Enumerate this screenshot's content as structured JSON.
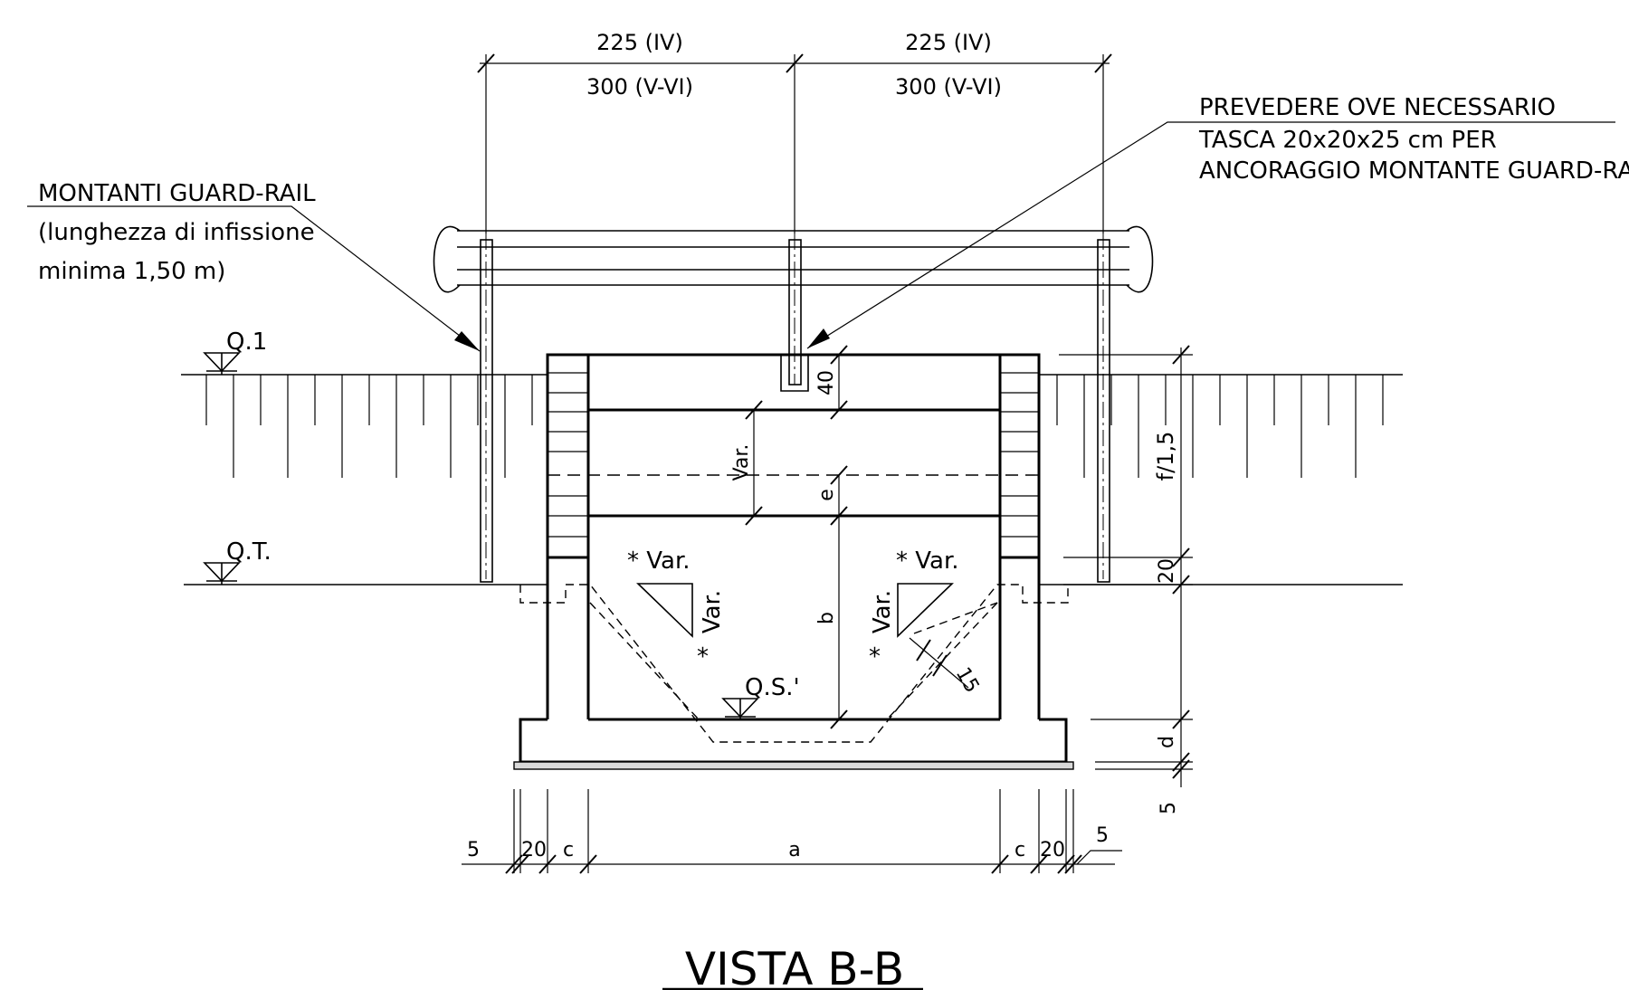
{
  "title": "VISTA B-B",
  "notes": {
    "montanti": {
      "line1": "MONTANTI GUARD-RAIL",
      "line2": "(lunghezza di infissione",
      "line3": "minima 1,50 m)"
    },
    "tasca": {
      "line1": "PREVEDERE OVE NECESSARIO",
      "line2": "TASCA 20x20x25 cm PER",
      "line3": "ANCORAGGIO MONTANTE GUARD-RAIL"
    }
  },
  "levels": {
    "q1": "Q.1",
    "qt": "Q.T.",
    "qs": "Q.S.'"
  },
  "dimensions": {
    "top_left_upper": "225 (IV)",
    "top_left_lower": "300 (V-VI)",
    "top_right_upper": "225 (IV)",
    "top_right_lower": "300 (V-VI)",
    "d40": "40",
    "var_vertical": "Var.",
    "e": "e",
    "b": "b",
    "f_over": "f/1,5",
    "d20_right": "20",
    "d": "d",
    "d5_right": "5",
    "d15": "15",
    "bottom_5_left": "5",
    "bottom_20_left": "20",
    "bottom_c_left": "c",
    "bottom_a": "a",
    "bottom_c_right": "c",
    "bottom_20_right": "20",
    "bottom_5_right": "5"
  },
  "slopes": {
    "left_h": "* Var.",
    "left_v": "Var.",
    "left_star": "*",
    "right_h": "* Var.",
    "right_v": "Var.",
    "right_star": "*"
  }
}
